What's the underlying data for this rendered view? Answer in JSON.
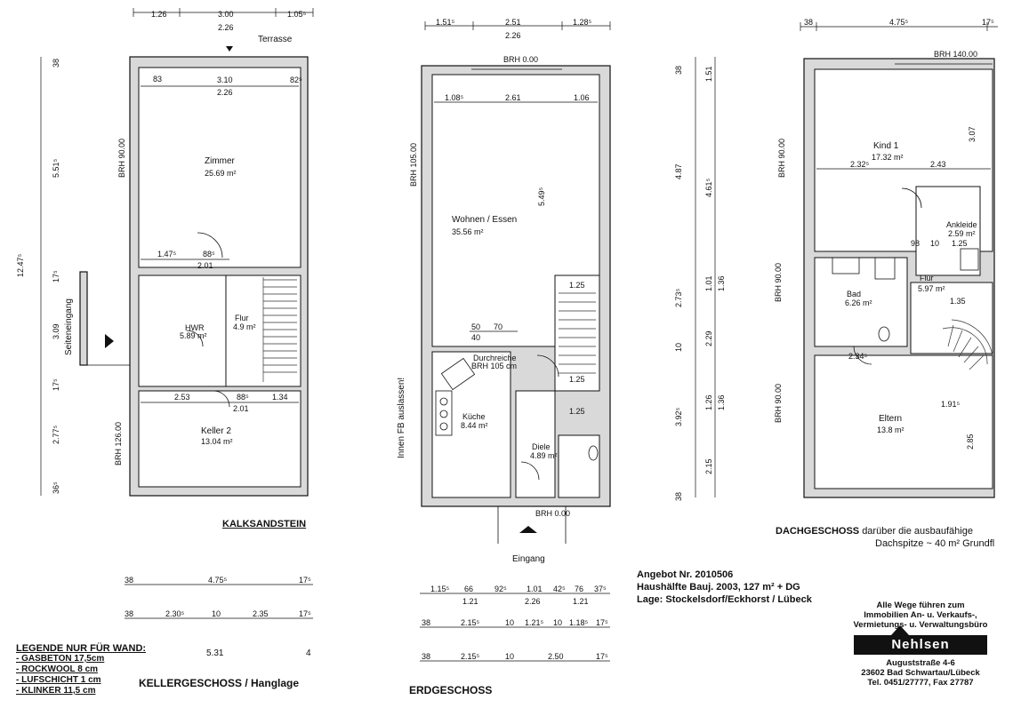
{
  "basement": {
    "title": "KELLERGESCHOSS / Hanglage",
    "material": "KALKSANDSTEIN",
    "side_entrance": "Seiteneingang",
    "terrace": "Terrasse",
    "room_zimmer": "Zimmer",
    "area_zimmer": "25.69 m²",
    "room_hwr": "HWR",
    "area_hwr": "5.89 m²",
    "room_flur": "Flur",
    "area_flur": "4.9 m²",
    "room_keller": "Keller 2",
    "area_keller": "13.04 m²",
    "dims_top": [
      "1.26",
      "3.00",
      "1.05⁵",
      "2.26"
    ],
    "dims_inner": [
      "83",
      "3.10",
      "82⁵",
      "2.26",
      "1.47⁵",
      "88⁵",
      "2.01",
      "2.53",
      "88⁵",
      "1.34",
      "2.01"
    ],
    "dims_left": [
      "12.47⁵",
      "5.51⁵",
      "17⁵",
      "3.09",
      "17⁵",
      "2.77⁵",
      "36⁵",
      "38"
    ],
    "brh": [
      "BRH 90.00",
      "BRH 126.00"
    ],
    "dims_bottom_row1": [
      "38",
      "4.75⁵",
      "17⁵"
    ],
    "dims_bottom_row2": [
      "38",
      "2.30⁵",
      "10",
      "2.35",
      "17⁵"
    ],
    "dims_bottom_row3": [
      "5.31",
      "4"
    ]
  },
  "ground": {
    "title": "ERDGESCHOSS",
    "entrance": "Eingang",
    "note": "Innen FB auslassen!",
    "room_wohnen": "Wohnen / Essen",
    "area_wohnen": "35.56 m²",
    "room_kueche": "Küche",
    "area_kueche": "8.44 m²",
    "room_diele": "Diele",
    "area_diele": "4.89 m²",
    "durchreiche": "Durchreiche",
    "durchreiche_brh": "BRH 105 cm",
    "dims_top": [
      "1.51⁵",
      "2.51",
      "1.28⁵",
      "2.26"
    ],
    "dims_inner": [
      "1.08⁵",
      "2.61",
      "1.06",
      "5.49⁵",
      "50",
      "70",
      "40",
      "1.25",
      "1.25",
      "1.25"
    ],
    "brh": [
      "BRH 0.00",
      "BRH 105.00",
      "BRH 0.00"
    ],
    "dims_bottom_row1": [
      "1.15⁵",
      "66",
      "92⁵",
      "1.01",
      "42⁵",
      "76",
      "37⁵"
    ],
    "dims_bottom_row1b": [
      "1.21",
      "2.26",
      "1.21"
    ],
    "dims_bottom_row2": [
      "38",
      "2.15⁵",
      "10",
      "1.21⁵",
      "10",
      "1.18⁵",
      "17⁵"
    ],
    "dims_bottom_row3": [
      "38",
      "2.15⁵",
      "10",
      "2.50",
      "17⁵"
    ]
  },
  "attic": {
    "title": "DACHGESCHOSS",
    "subtitle_1": "darüber die ausbaufähige",
    "subtitle_2": "Dachspitze ~ 40 m² Grundfl",
    "room_kind": "Kind 1",
    "area_kind": "17.32 m²",
    "room_ankleide": "Ankleide",
    "area_ankleide": "2.59 m²",
    "room_bad": "Bad",
    "area_bad": "6.26 m²",
    "room_flur": "Flur",
    "area_flur": "5.97 m²",
    "room_eltern": "Eltern",
    "area_eltern": "13.8 m²",
    "dims_top": [
      "38",
      "4.75⁵",
      "17⁵"
    ],
    "brh": [
      "BRH 140.00",
      "BRH 90.00",
      "BRH 90.00",
      "BRH 90.00"
    ],
    "dims_inner": [
      "2.32⁵",
      "2.43",
      "3.07",
      "1.35",
      "2.34⁵",
      "1.91⁵",
      "2.85",
      "98",
      "10",
      "1.25"
    ],
    "dims_left": [
      "38",
      "4.87",
      "4.61⁵",
      "1.51",
      "2.73⁵",
      "1.01",
      "1.36",
      "2.29",
      "10",
      "3.92⁵",
      "1.26",
      "1.36",
      "2.15",
      "38"
    ]
  },
  "offer": {
    "line1": "Angebot Nr. 2010506",
    "line2": "Haushälfte Bauj. 2003, 127 m² + DG",
    "line3": "Lage: Stockelsdorf/Eckhorst / Lübeck"
  },
  "legend": {
    "title": "LEGENDE NUR FÜR WAND:",
    "items": [
      "- GASBETON  17,5cm",
      "- ROCKWOOL  8 cm",
      "- LUFSCHICHT  1 cm",
      "- KLINKER  11,5 cm"
    ]
  },
  "company": {
    "line1": "Alle Wege führen zum",
    "line2": "Immobilien An- u. Verkaufs-,",
    "line3": "Vermietungs- u. Verwaltungsbüro",
    "logo": "Nehlsen",
    "street": "Auguststraße 4-6",
    "city": "23602 Bad Schwartau/Lübeck",
    "phone": "Tel. 0451/27777, Fax 27787"
  }
}
